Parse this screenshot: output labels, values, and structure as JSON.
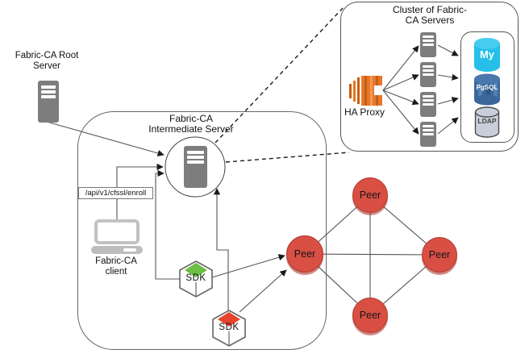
{
  "diagram": {
    "root_server_label": "Fabric-CA Root Server",
    "intermediate_server_label": "Fabric-CA Intermediate Server",
    "client_label": "Fabric-CA client",
    "api_endpoint_label": "/api/v1/cfssl/enroll",
    "cluster_title": "Cluster of Fabric-CA Servers",
    "ha_proxy_label": "HA Proxy",
    "sdk_green_label": "SDK",
    "sdk_red_label": "SDK",
    "databases": {
      "mysql": "My",
      "pgsql": "PgSQL",
      "ldap": "LDAP"
    },
    "peers": [
      {
        "label": "Peer"
      },
      {
        "label": "Peer"
      },
      {
        "label": "Peer"
      },
      {
        "label": "Peer"
      }
    ],
    "colors": {
      "peer_red": "#D94F43",
      "haproxy_orange": "#E8751A",
      "mysql_cyan": "#25BFE8",
      "pgsql_blue": "#3A689C",
      "ldap_gray": "#C9CEDB",
      "sdk_green": "#6CBE45",
      "sdk_red": "#E8432D",
      "server_gray": "#7D7D7D"
    },
    "icons": {
      "server": "server-icon",
      "laptop": "laptop-icon",
      "haproxy": "haproxy-icon",
      "mysql": "mysql-db-icon",
      "pgsql": "pgsql-db-icon",
      "ldap": "ldap-db-icon",
      "sdk_cube": "sdk-cube-icon",
      "peer": "peer-node"
    }
  }
}
